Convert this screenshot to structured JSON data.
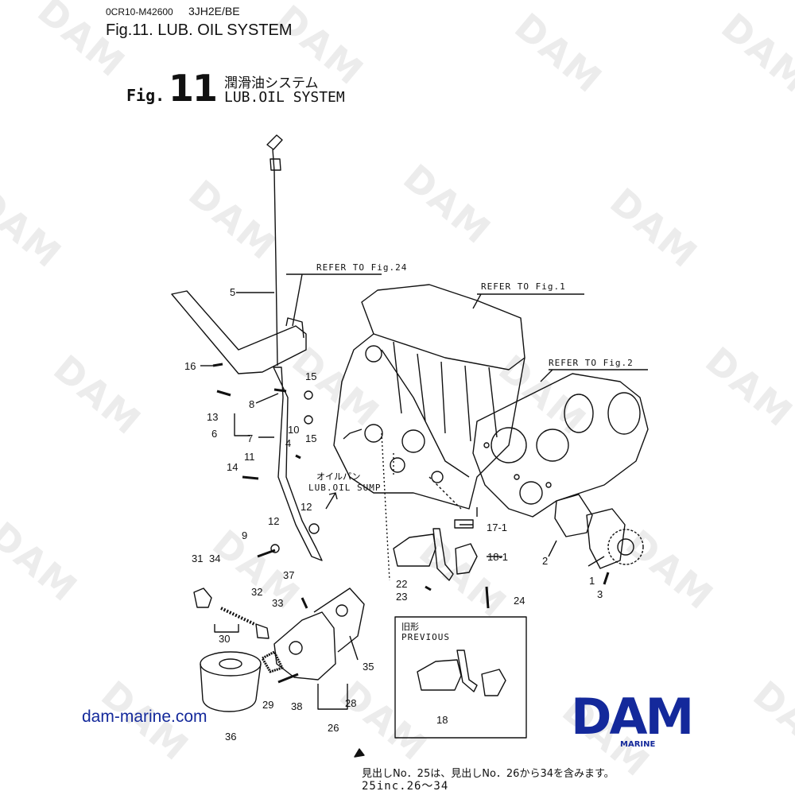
{
  "header": {
    "doc_code": "0CR10-M42600",
    "model": "3JH2E/BE",
    "figure_title": "Fig.11.  LUB. OIL SYSTEM"
  },
  "fig_heading": {
    "fig_label": "Fig.",
    "fig_number": "11",
    "title_jp": "潤滑油システム",
    "title_en": "LUB.OIL SYSTEM"
  },
  "references": [
    {
      "id": "ref-fig24",
      "text": "REFER TO Fig.24"
    },
    {
      "id": "ref-fig1",
      "text": "REFER TO Fig.1"
    },
    {
      "id": "ref-fig2",
      "text": "REFER TO Fig.2"
    }
  ],
  "sump_label": {
    "jp": "オイルパン",
    "en": "LUB.OIL SUMP"
  },
  "previous_box": {
    "jp": "旧形",
    "en": "PREVIOUS",
    "part": "18"
  },
  "parts": [
    "1",
    "2",
    "3",
    "4",
    "5",
    "6",
    "7",
    "8",
    "9",
    "10",
    "11",
    "12",
    "12",
    "13",
    "14",
    "15",
    "15",
    "16",
    "17-1",
    "18-1",
    "22",
    "23",
    "24",
    "26",
    "28",
    "29",
    "30",
    "31",
    "32",
    "33",
    "34",
    "35",
    "36",
    "37",
    "38"
  ],
  "footer_note": {
    "jp": "見出しNo．25は、見出しNo．26から34を含みます。",
    "en": "25inc.26～34"
  },
  "website": "dam-marine.com",
  "brand": {
    "logo_text": "DAM",
    "sub_text": "MARINE",
    "color": "#14299b"
  },
  "watermark_text": "DAM"
}
